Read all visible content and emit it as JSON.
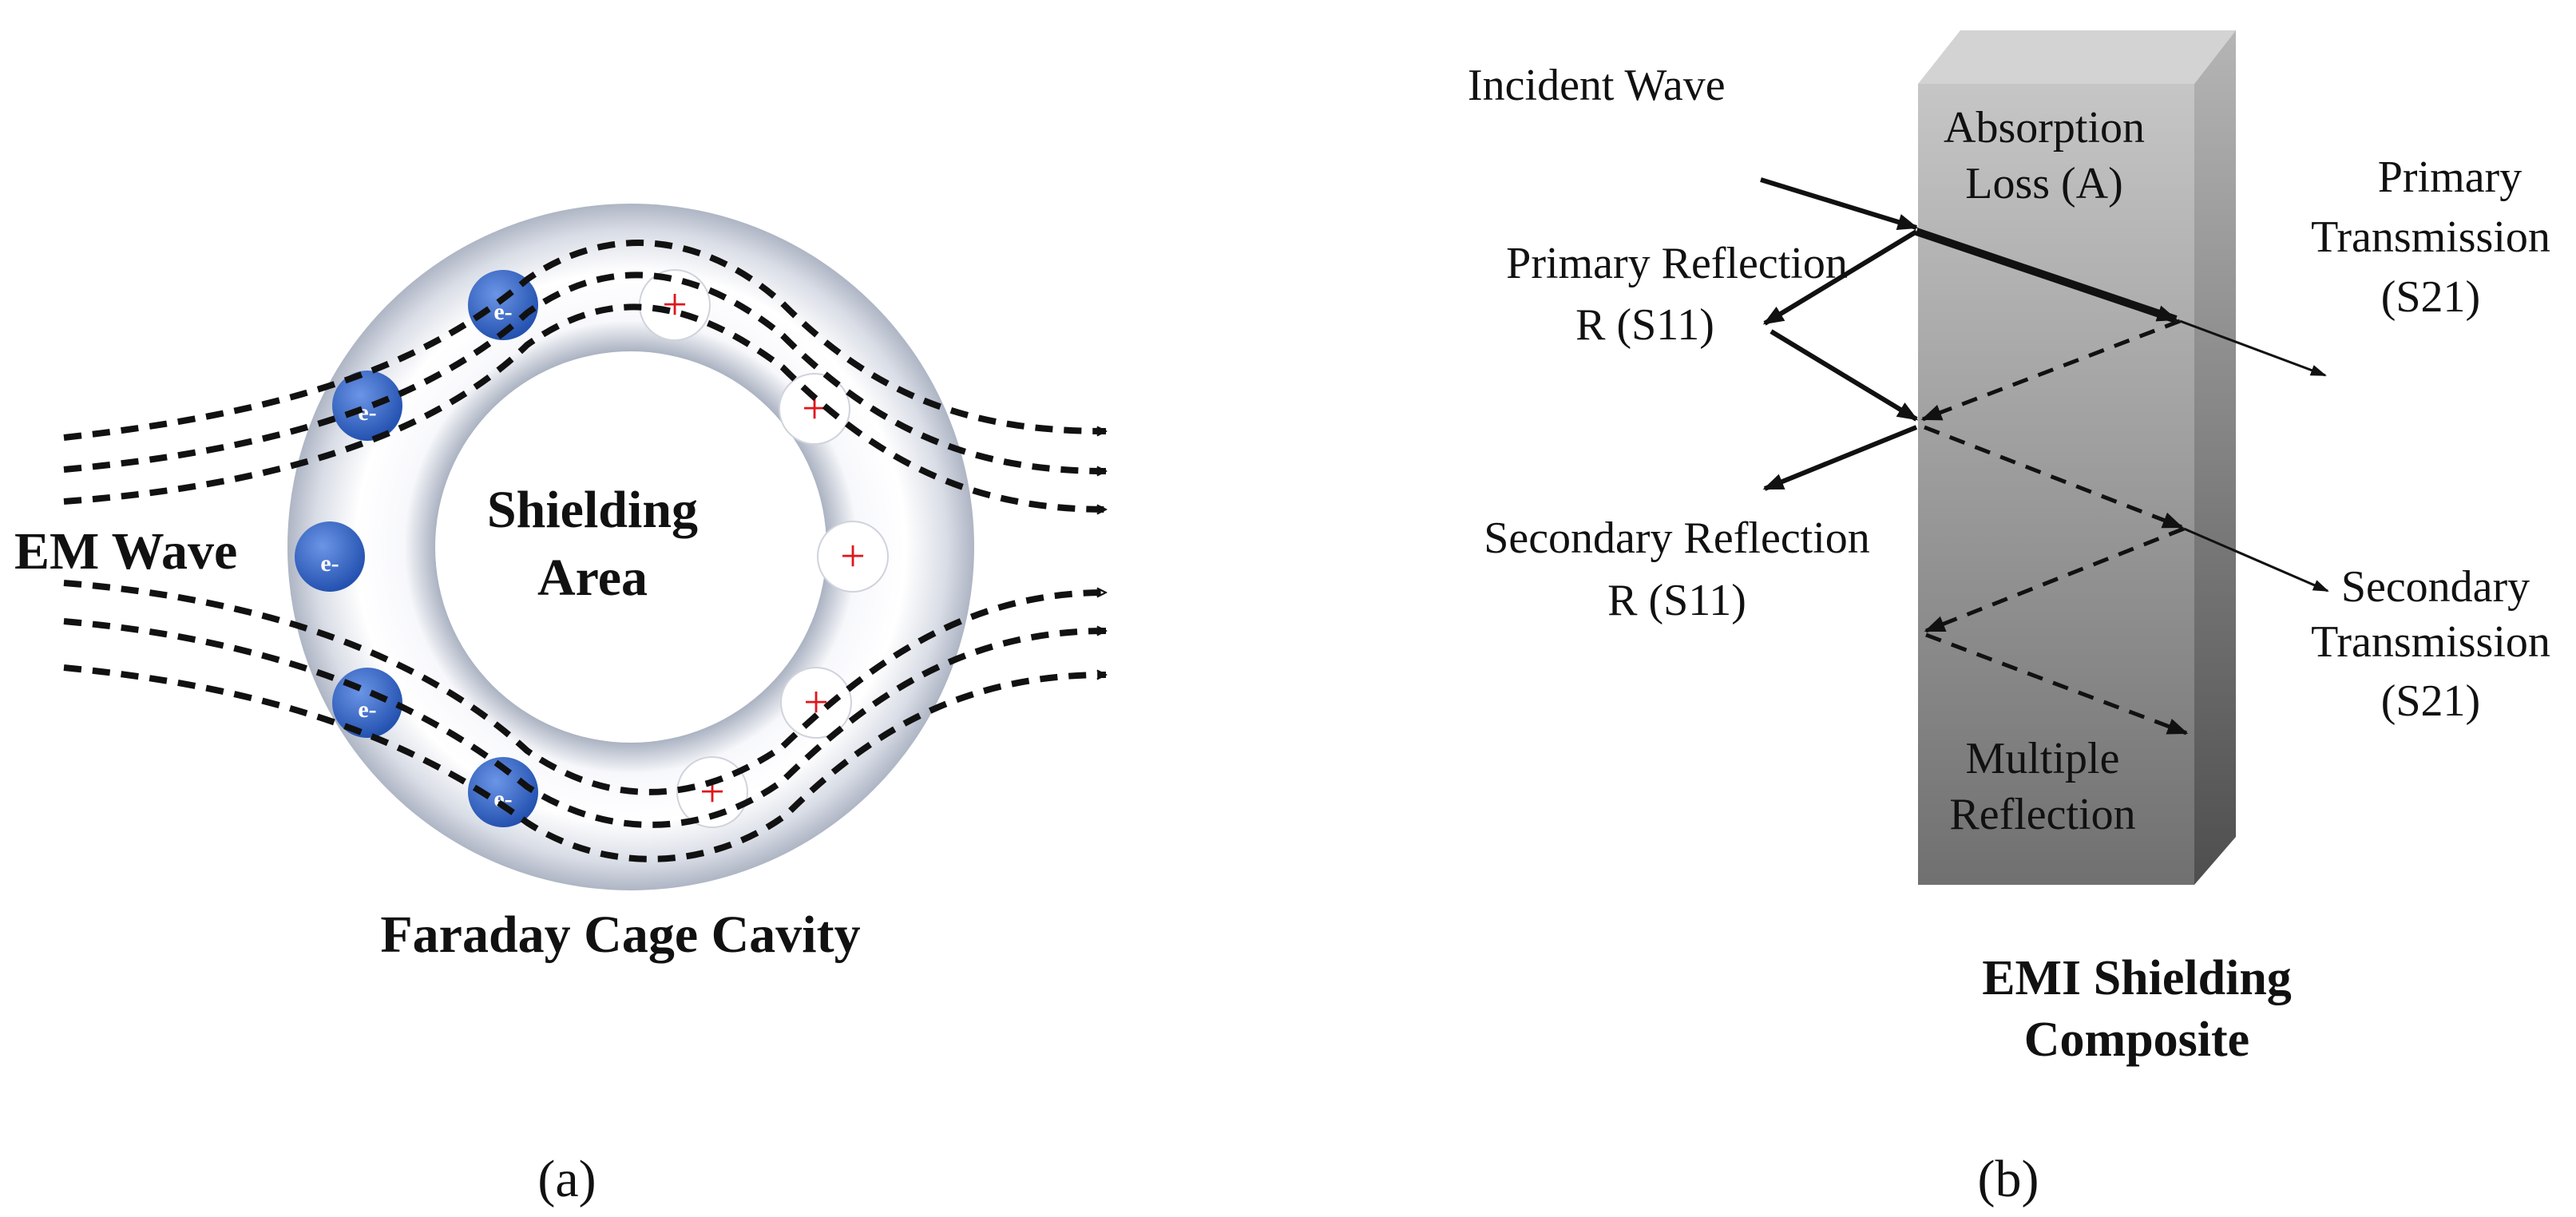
{
  "panel_a": {
    "caption": "(a)",
    "em_wave_label": "EM Wave",
    "inner_label_line1": "Shielding",
    "inner_label_line2": "Area",
    "bottom_label": "Faraday Cage Cavity",
    "electron_symbol": "e-",
    "proton_symbol": "+",
    "colors": {
      "electron": "#3a6bc9",
      "proton_mark": "#e0161b",
      "ring": "#d9dde6"
    }
  },
  "panel_b": {
    "caption": "(b)",
    "incident_wave": "Incident Wave",
    "absorption_line1": "Absorption",
    "absorption_line2": "Loss (A)",
    "primary_reflection_line1": "Primary Reflection",
    "primary_reflection_line2": "R (S11)",
    "primary_transmission_line1": "Primary",
    "primary_transmission_line2": "Transmission",
    "primary_transmission_line3": "(S21)",
    "secondary_reflection_line1": "Secondary Reflection",
    "secondary_reflection_line2": "R (S11)",
    "secondary_transmission_line1": "Secondary",
    "secondary_transmission_line2": "Transmission",
    "secondary_transmission_line3": "(S21)",
    "multiple_reflection_line1": "Multiple",
    "multiple_reflection_line2": "Reflection",
    "composite_line1": "EMI Shielding",
    "composite_line2": "Composite",
    "colors": {
      "slab_front_top": "#c4c4c4",
      "slab_front_bottom": "#6e6e6e"
    }
  }
}
